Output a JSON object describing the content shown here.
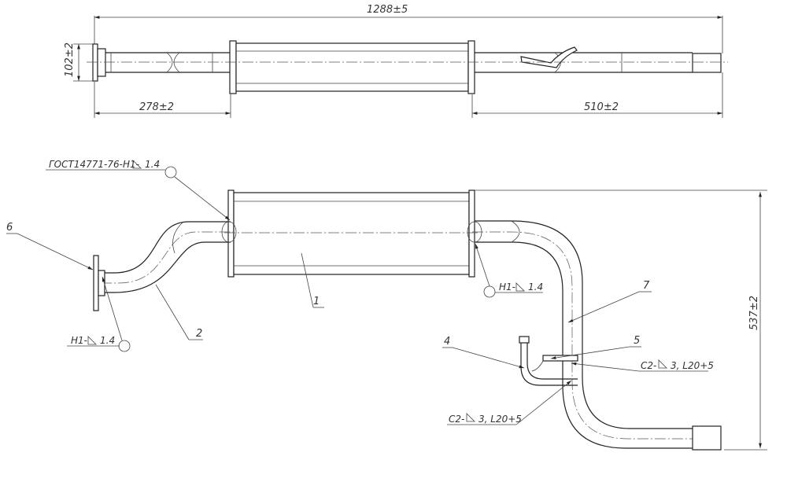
{
  "top_view": {
    "overall_length": "1288±5",
    "flange_height": "102±2",
    "inlet_length": "278±2",
    "outlet_length": "510±2"
  },
  "side_view": {
    "height": "537±2",
    "callouts": {
      "c1": "1",
      "c2": "2",
      "c4": "4",
      "c5": "5",
      "c6": "6",
      "c7": "7"
    },
    "welds": {
      "gost": "ГОСТ14771-76-Н1-",
      "gost_size": "1.4",
      "h1_left": "Н1-",
      "h1_left_size": "1.4",
      "h1_right": "Н1-",
      "h1_right_size": "1.4",
      "c2_upper": "С2-",
      "c2_upper_size": "3, L20+5",
      "c2_lower": "С2-",
      "c2_lower_size": "3, L20+5"
    }
  }
}
